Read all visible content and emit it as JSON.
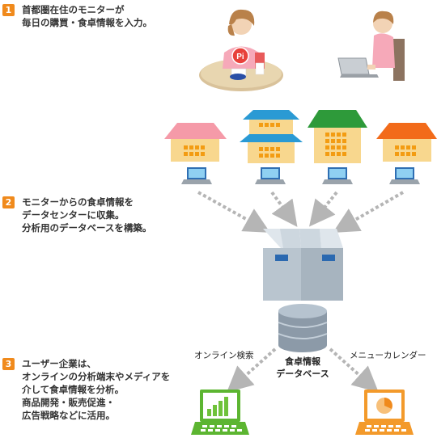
{
  "steps": [
    {
      "num": "1",
      "lines": [
        "首都圏在住のモニターが",
        "毎日の購買・食卓情報を入力。"
      ]
    },
    {
      "num": "2",
      "lines": [
        "モニターからの食卓情報を",
        "データセンターに収集。",
        "分析用のデータベースを構築。"
      ]
    },
    {
      "num": "3",
      "lines": [
        "ユーザー企業は、",
        "オンラインの分析端末やメディアを",
        "介して食卓情報を分析。",
        "商品開発・販売促進・",
        "広告戦略などに活用。"
      ]
    }
  ],
  "pi_badge": "Pi",
  "database_label": [
    "食卓情報",
    "データベース"
  ],
  "output_left_label": "オンライン検索",
  "output_right_label": "メニューカレンダー",
  "colors": {
    "step_badge": "#f08a1c",
    "house_pink": "#f59aa8",
    "house_blue": "#2a9ad4",
    "house_green": "#2e9a3a",
    "house_orange": "#f26b1a",
    "house_wall": "#f8d78e",
    "window_orange": "#f39c12",
    "arrow_gray": "#b5b5b5",
    "server_gray": "#b9c5cf",
    "laptop_green": "#5cb531",
    "laptop_orange": "#f39a2b"
  }
}
